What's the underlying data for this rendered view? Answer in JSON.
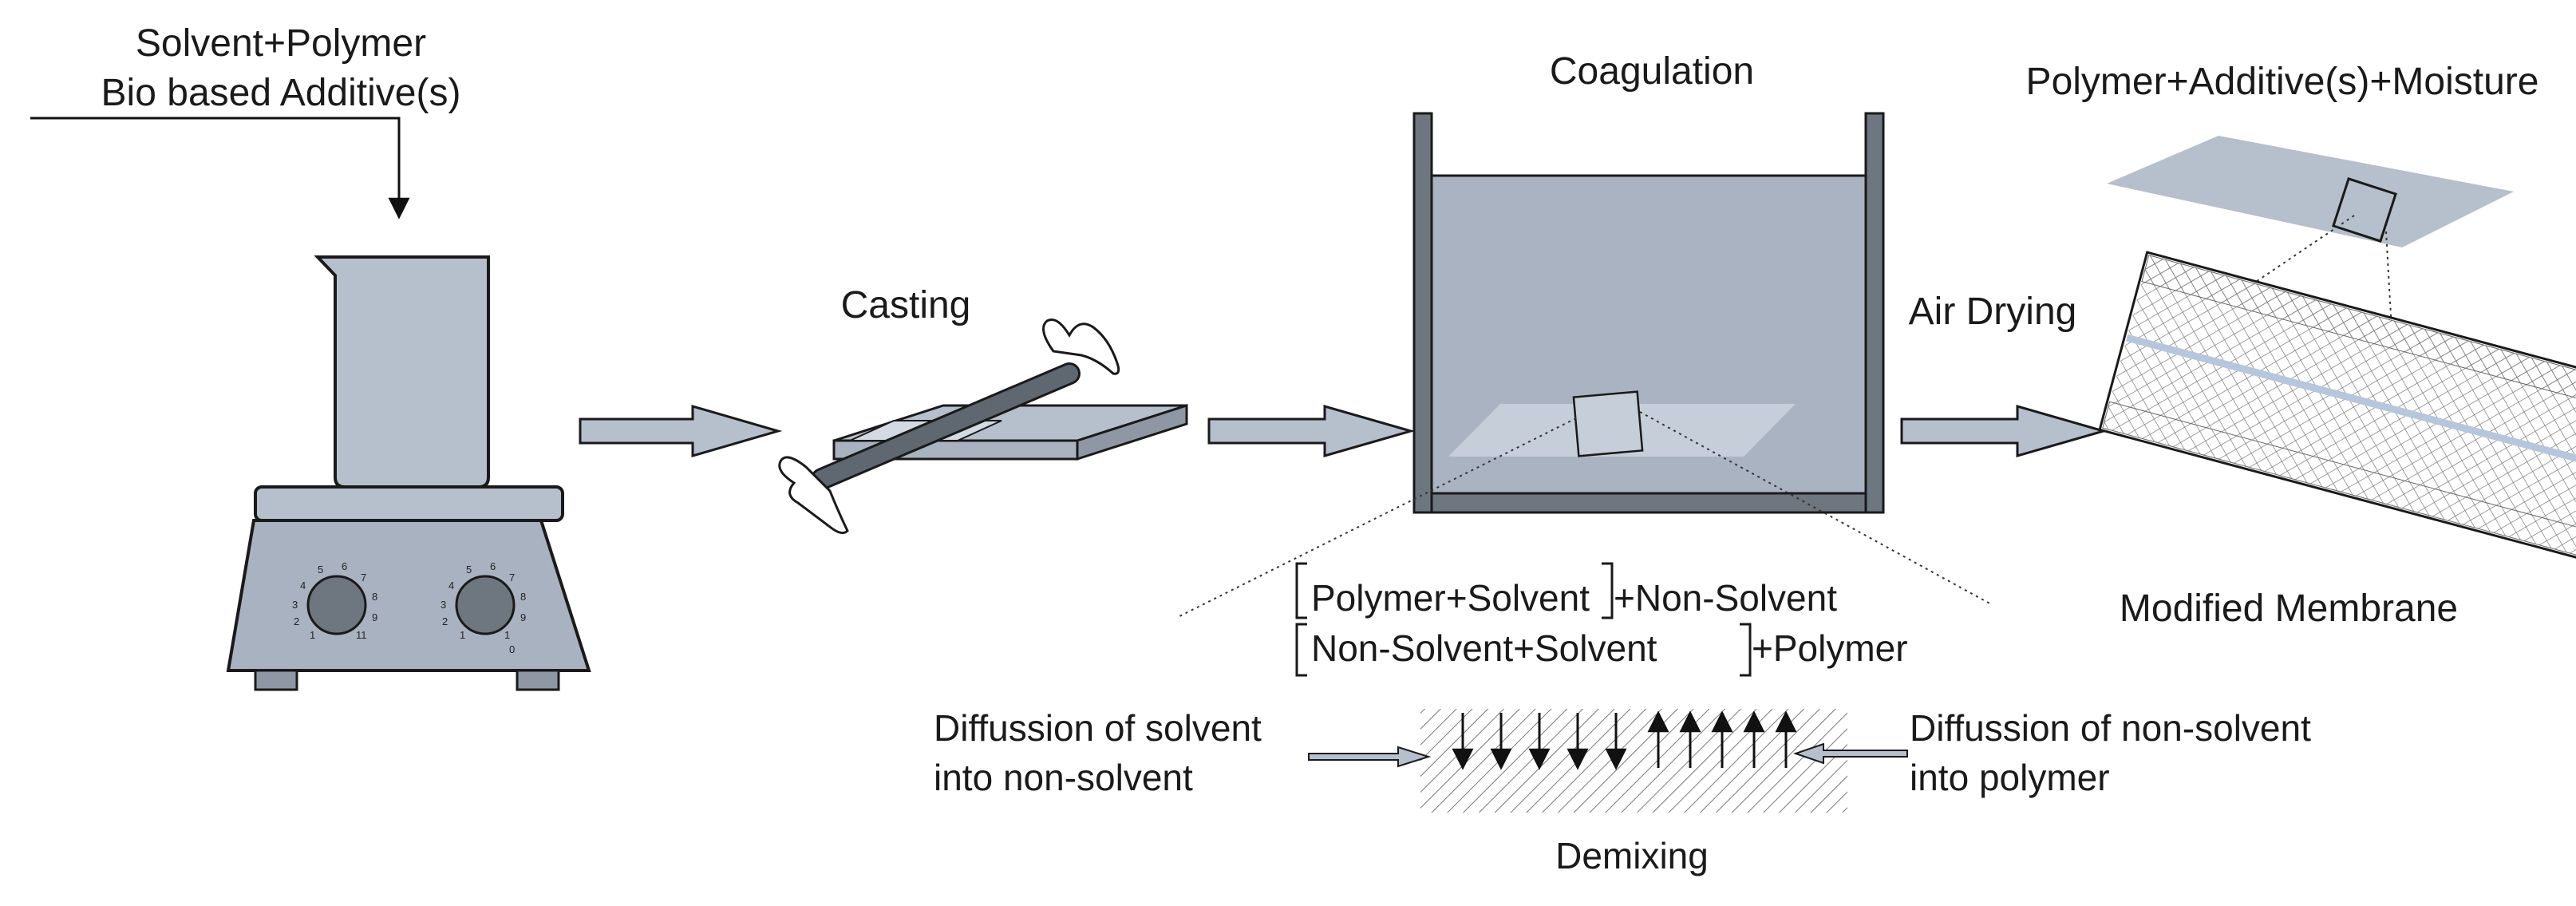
{
  "input": {
    "line1": "Solvent+Polymer",
    "line2": "Bio based Additive(s)"
  },
  "steps": {
    "casting": "Casting",
    "coagulation": "Coagulation",
    "air_drying": "Air Drying",
    "membrane_top": "Polymer+Additive(s)+Moisture",
    "membrane_bottom": "Modified Membrane"
  },
  "phase": {
    "row1_inner": "Polymer+Solvent",
    "row1_outer": "+Non-Solvent",
    "row2_inner": "Non-Solvent+Solvent",
    "row2_outer": "+Polymer"
  },
  "diffusion": {
    "left_line1": "Diffussion of solvent",
    "left_line2": "into non-solvent",
    "right_line1": "Diffussion of non-solvent",
    "right_line2": "into polymer",
    "demixing": "Demixing"
  },
  "dials": {
    "left": [
      "2",
      "3",
      "4",
      "5",
      "6",
      "7",
      "8",
      "9",
      "1",
      "11"
    ],
    "right": [
      "2",
      "3",
      "4",
      "5",
      "6",
      "7",
      "8",
      "9",
      "1",
      "0",
      "1"
    ]
  },
  "colors": {
    "fill_light": "#b6bfcc",
    "fill_mid": "#a9b2c0",
    "fill_dark": "#6e7680",
    "outline": "#1a1a1a"
  }
}
